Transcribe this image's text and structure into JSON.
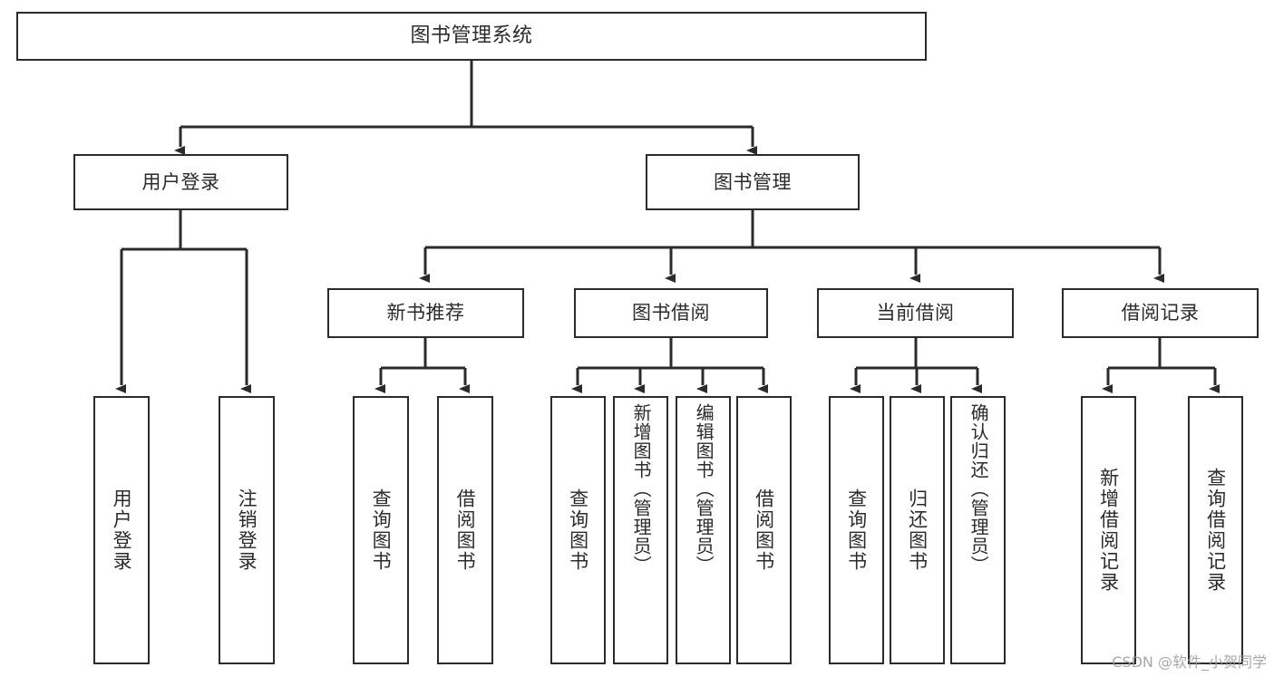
{
  "diagram": {
    "type": "tree",
    "title": "图书管理系统",
    "watermark": "CSDN @软件_小贺同学",
    "colors": {
      "stroke": "#2b2b2b",
      "fill": "#ffffff",
      "text": "#2b2b2b",
      "watermark": "#9a9a9a"
    },
    "nodes": {
      "root": {
        "label": "图书管理系统"
      },
      "level2": [
        {
          "label": "用户登录"
        },
        {
          "label": "图书管理"
        }
      ],
      "level3": [
        {
          "label": "新书推荐"
        },
        {
          "label": "图书借阅"
        },
        {
          "label": "当前借阅"
        },
        {
          "label": "借阅记录"
        }
      ],
      "leaves_login": [
        {
          "label": "用户登录"
        },
        {
          "label": "注销登录"
        }
      ],
      "leaves_newbook": [
        {
          "label": "查询图书"
        },
        {
          "label": "借阅图书"
        }
      ],
      "leaves_borrow": [
        {
          "label": "查询图书"
        },
        {
          "label": "新增图书（管理员）"
        },
        {
          "label": "编辑图书（管理员）"
        },
        {
          "label": "借阅图书"
        }
      ],
      "leaves_current": [
        {
          "label": "查询图书"
        },
        {
          "label": "归还图书"
        },
        {
          "label": "确认归还（管理员）"
        }
      ],
      "leaves_record": [
        {
          "label": "新增借阅记录"
        },
        {
          "label": "查询借阅记录"
        }
      ]
    }
  }
}
